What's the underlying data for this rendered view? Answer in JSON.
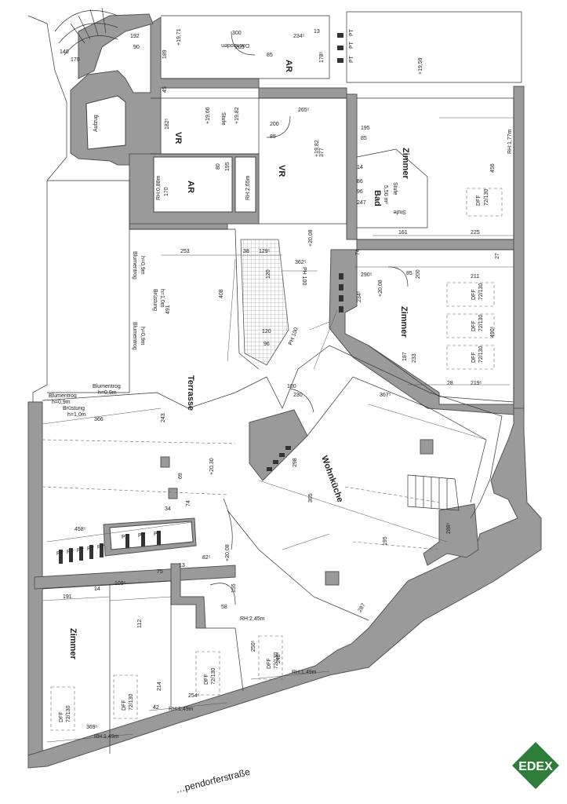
{
  "rooms": {
    "zimmer_ne": "Zimmer",
    "zimmer_e": "Zimmer",
    "zimmer_sw": "Zimmer",
    "vr_1": "VR",
    "vr_2": "VR",
    "ar_1": "AR",
    "ar_2": "AR",
    "bad": "Bad",
    "bad_area": "5,50 m²",
    "terrasse": "Terrasse",
    "wohnkueche": "Wohnküche",
    "aufzug": "Aufzug"
  },
  "labels": {
    "stufe_1": "Stufe",
    "stufe_2": "Stufe",
    "stufe_3": "Stufe",
    "dachboden": "Dachboden",
    "blumentrog_1": "Blumentrog",
    "blumentrog_1_h": "h=0,9m",
    "blumentrog_2": "Blumentrog",
    "blumentrog_2_h": "h=0,9m",
    "blumentrog_3": "Blumentrog",
    "blumentrog_3_h": "h=0,9m",
    "blumentrog_4": "Blumentrog",
    "blumentrog_4_h": "h=0,9m",
    "bruestung_1": "Brüstung",
    "bruestung_1_h": "h=1,0m",
    "bruestung_2": "Brüstung",
    "bruestung_2_h": "h=1,0m",
    "ph": "PH 100",
    "ph_2": "PH 100",
    "street": "…pendorferstraße",
    "pt": "PT"
  },
  "levels": {
    "l1971": "+19,71",
    "l1966": "+19,66",
    "l1982a": "+19,82",
    "l1982b": "+19,82",
    "l1959": "+19,59",
    "l2008a": "+20,08",
    "l2008b": "+20,08",
    "l2008c": "+20,08",
    "l2030": "+20,30"
  },
  "heights": {
    "rh177": "RH:1,77m",
    "rh088": "RH:0,88m",
    "rh265": "RH:2,65m",
    "rh245": "RH:2,45m",
    "rh149a": "RH:1,49m",
    "rh149b": "RH:1,49m",
    "rh149c": "RH:1,49m"
  },
  "windows": {
    "dff": "DFF",
    "size": "72/130"
  },
  "dims": {
    "d140": "140",
    "d170": "170",
    "d192": "192",
    "d90": "90",
    "d189": "189",
    "d300": "300",
    "d205": "205",
    "d85a": "85",
    "d85b": "85",
    "d85c": "85",
    "d85d": "85",
    "d234": "234⁵",
    "d13": "13",
    "d178": "178⁵",
    "d45": "45",
    "d182": "182⁵",
    "d200a": "200",
    "d200b": "200",
    "d265": "265⁵",
    "d195a": "195",
    "d195b": "195",
    "d377": "377",
    "d14": "14",
    "d86": "86",
    "d96": "96",
    "d247": "247",
    "d456": "456",
    "d170b": "170",
    "d80": "80",
    "d161": "161",
    "d225": "225",
    "d253": "253",
    "d38": "38",
    "d129": "129⁵",
    "d120a": "120",
    "d362": "362⁵",
    "d408": "408",
    "d491": "491",
    "d120b": "120",
    "d211": "211",
    "d290": "290⁵",
    "d234b": "234⁵",
    "d490": "490⁵",
    "d187": "187",
    "d233": "233",
    "d219": "219⁵",
    "d28": "28",
    "d27": "27",
    "d74": "74",
    "d366": "366",
    "d243": "243",
    "d298": "298",
    "d305": "305",
    "d195c": "195",
    "d288": "288⁵",
    "d287": "287",
    "d458": "458⁵",
    "d191": "191",
    "d109": "109⁵",
    "d75": "75",
    "d82": "82⁵",
    "d112": "112",
    "d214": "214",
    "d254": "254⁵",
    "d369": "369⁵",
    "d42": "42",
    "d250": "250⁵",
    "d248": "248⁵",
    "d155": "155",
    "d58": "58",
    "d34": "34",
    "d69": "69",
    "d367": "367⁵",
    "d100": "100",
    "d230": "230"
  },
  "logo": {
    "text": "EDEX",
    "color": "#2e7d3a"
  },
  "colors": {
    "wall": "#9a9a9a",
    "background": "#ffffff"
  }
}
